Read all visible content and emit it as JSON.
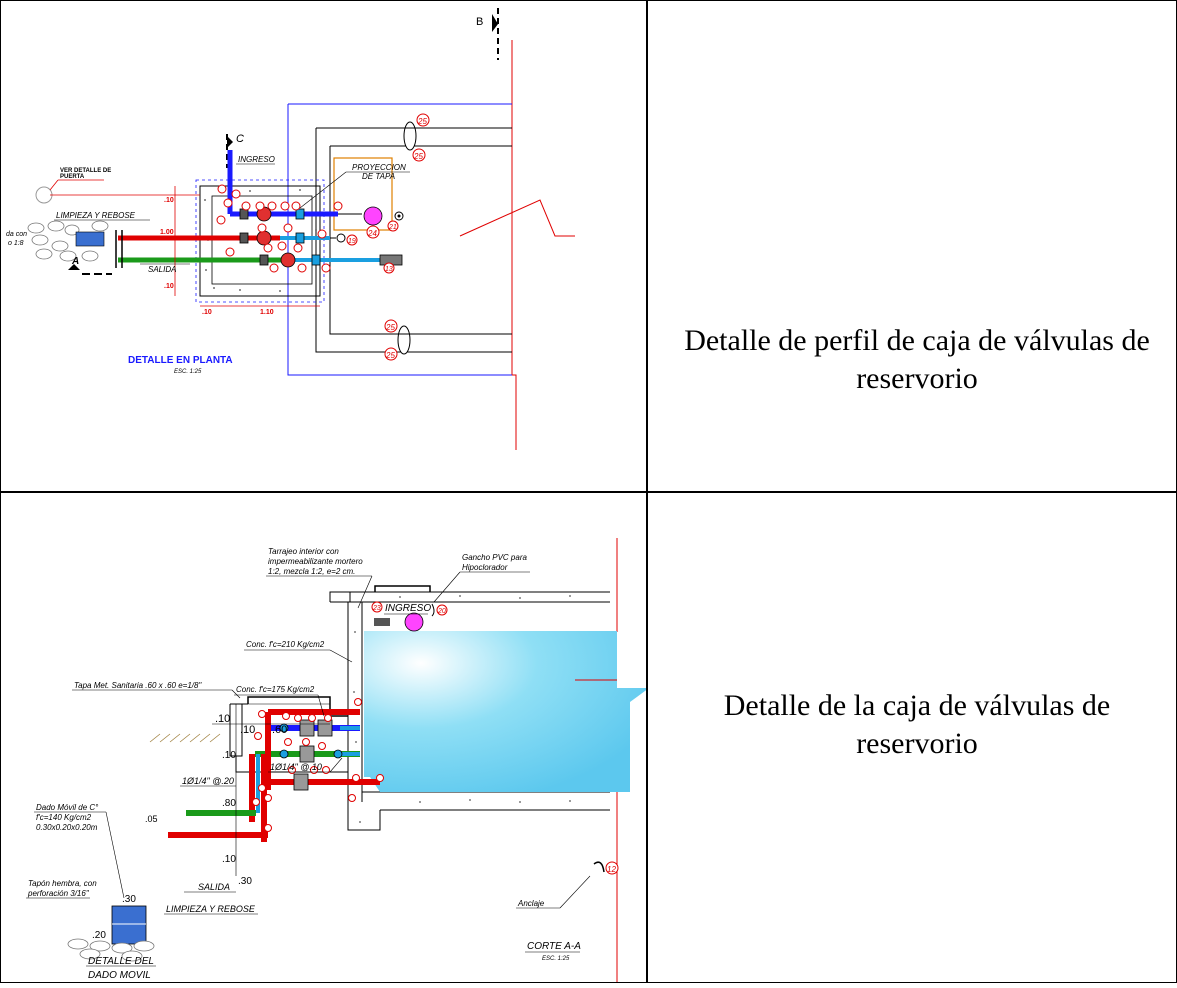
{
  "rows": [
    {
      "caption": "Detalle de perfil de caja de válvulas de reservorio",
      "drawing": {
        "section_b": "B",
        "section_c": "C",
        "section_a": "A",
        "ingreso": "INGRESO",
        "proyeccion_1": "PROYECCION",
        "proyeccion_2": "DE TAPA",
        "ver_detalle_1": "VER DETALLE DE",
        "ver_detalle_2": "PUERTA",
        "limpieza": "LIMPIEZA Y REBOSE",
        "salida": "SALIDA",
        "left_cut_1": "da con",
        "left_cut_2": "o 1:8",
        "dim_100": "1.00",
        "dim_110": "1.10",
        "dim_10a": ".10",
        "dim_10b": ".10",
        "dim_10c": ".10",
        "title": "DETALLE EN PLANTA",
        "scale": "ESC. 1:25",
        "tags": [
          "25",
          "25",
          "25",
          "25",
          "24",
          "21",
          "19",
          "13"
        ]
      }
    },
    {
      "caption": "Detalle de la caja de válvulas de reservorio",
      "drawing": {
        "tarrajeo_1": "Tarrajeo interior con",
        "tarrajeo_2": "impermeabilizante mortero",
        "tarrajeo_3": "1:2, mezcla 1:2, e=2 cm.",
        "gancho_1": "Gancho PVC para",
        "gancho_2": "Hipoclorador",
        "ingreso": "INGRESO",
        "conc_210": "Conc. f'c=210 Kg/cm2",
        "conc_175": "Conc. f'c=175 Kg/cm2",
        "tapa": "Tapa Met. Sanitaria .60 x .60 e=1/8\"",
        "dim_10": ".10",
        "dim_10b": ".10",
        "dim_60": ".60",
        "dim_10c": ".10",
        "rebar_20": "1Ø1/4\" @.20",
        "rebar_10": "1Ø1/4\" @.10",
        "dim_80": ".80",
        "dim_05": ".05",
        "dim_10d": ".10",
        "dado_1": "Dado Móvil de C°",
        "dado_2": "f'c=140 Kg/cm2",
        "dado_3": "0.30x0.20x0.20m",
        "tapon_1": "Tapón hembra, con",
        "tapon_2": "perforación 3/16\"",
        "dim_30a": ".30",
        "dim_20": ".20",
        "dim_30b": ".30",
        "salida": "SALIDA",
        "limpieza": "LIMPIEZA Y REBOSE",
        "det_dado_1": "DETALLE DEL",
        "det_dado_2": "DADO MOVIL",
        "anclaje": "Anclaje",
        "corte": "CORTE A-A",
        "scale": "ESC. 1:25",
        "tags": [
          "23",
          "20",
          "12"
        ]
      }
    }
  ]
}
